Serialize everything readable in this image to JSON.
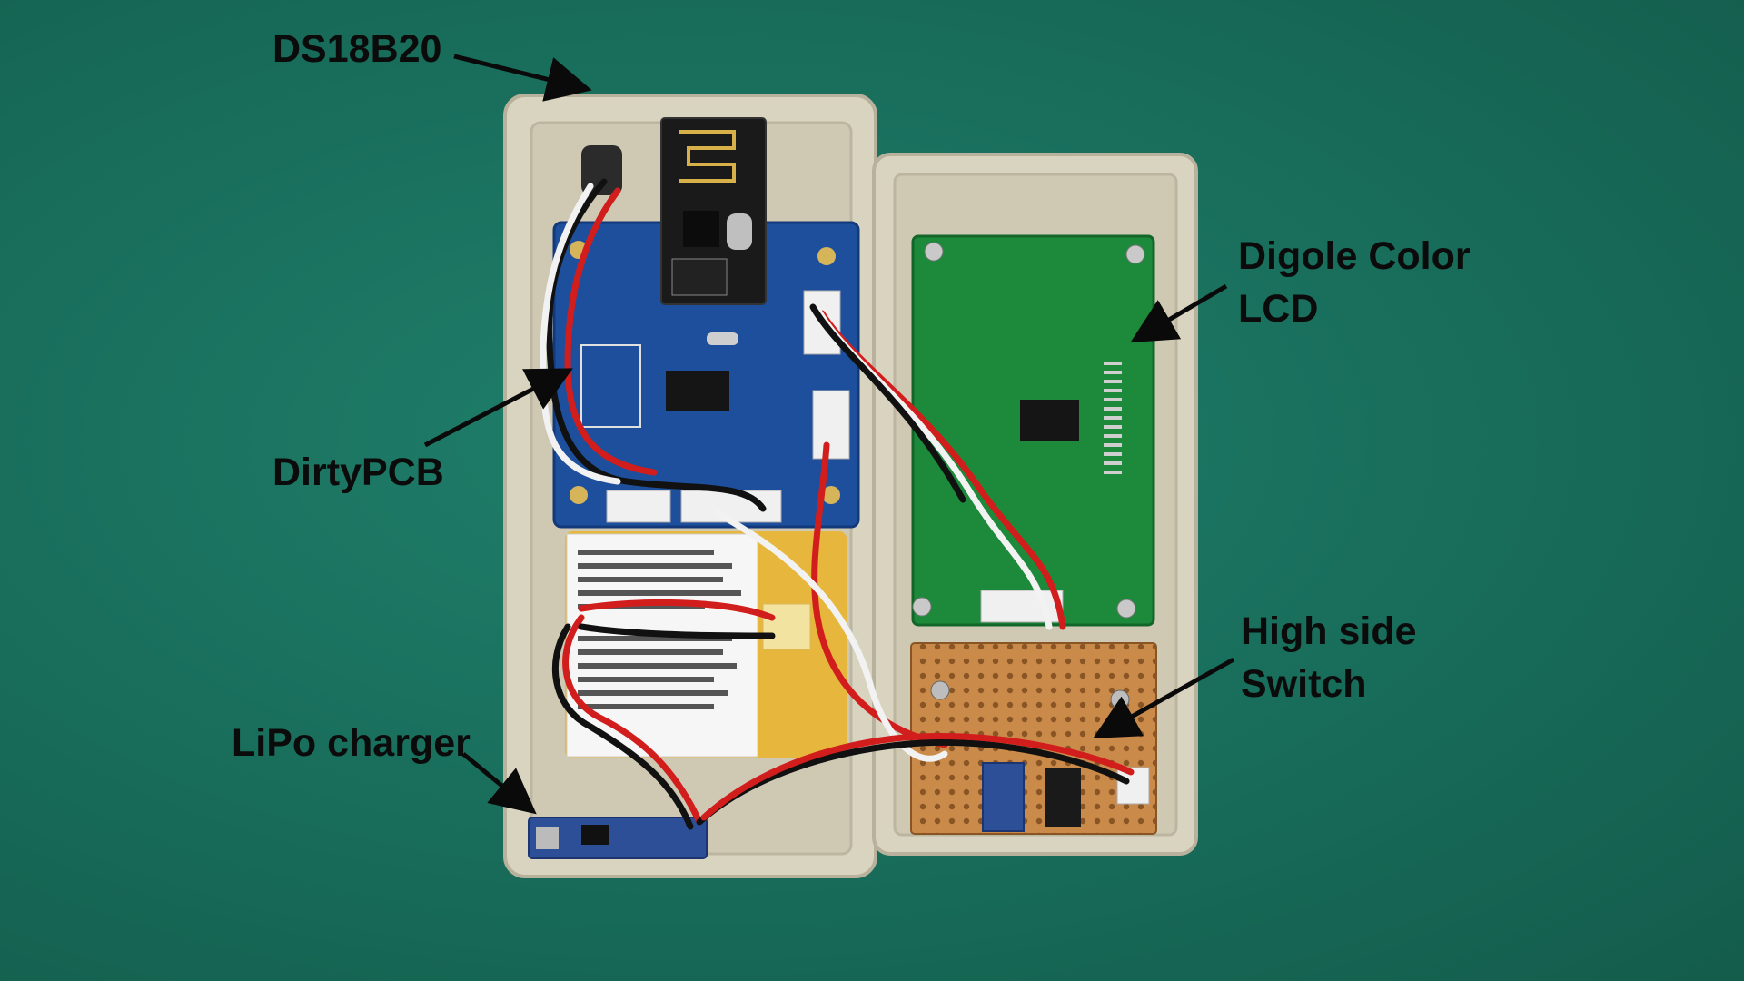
{
  "annotations": {
    "ds18b20": "DS18B20",
    "digole_line1": "Digole Color",
    "digole_line2": "LCD",
    "dirtypcb": "DirtyPCB",
    "highside_line1": "High side",
    "highside_line2": "Switch",
    "lipo_charger": "LiPo charger"
  },
  "colors": {
    "background": "#1a7562",
    "enclosure": "#ddd8c4",
    "blue_pcb": "#1d4f9c",
    "green_pcb": "#1c8a3a",
    "perfboard": "#c98a4a",
    "wire_red": "#d21d1d",
    "wire_black": "#111111",
    "wire_white": "#f2f2f2",
    "arrow": "#0a0a0a"
  }
}
